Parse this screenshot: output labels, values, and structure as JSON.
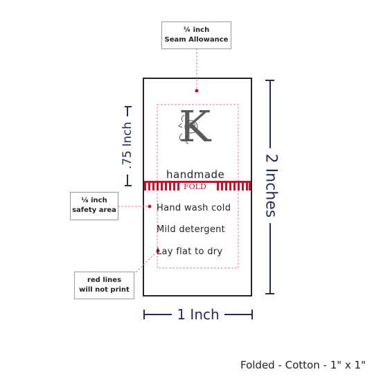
{
  "seam_allowance": {
    "line1": "¼ inch",
    "line2": "Seam Allowance"
  },
  "safety_area": {
    "line1": "⅛ inch",
    "line2": "safety area"
  },
  "red_lines": {
    "line1": "red lines",
    "line2": "will not print"
  },
  "dimensions": {
    "top_height": ".75 Inch",
    "total_height": "2 Inches",
    "width": "1 Inch"
  },
  "label": {
    "monogram": "K",
    "brand": "handmade",
    "fold": "FOLD",
    "care": [
      "Hand wash cold",
      "Mild detergent",
      "Lay flat to dry"
    ]
  },
  "footer": "Folded - Cotton - 1\" x 1\"",
  "colors": {
    "navy": "#1f2d5a",
    "red": "#c8102e",
    "guide_pink": "#e07b8e"
  }
}
